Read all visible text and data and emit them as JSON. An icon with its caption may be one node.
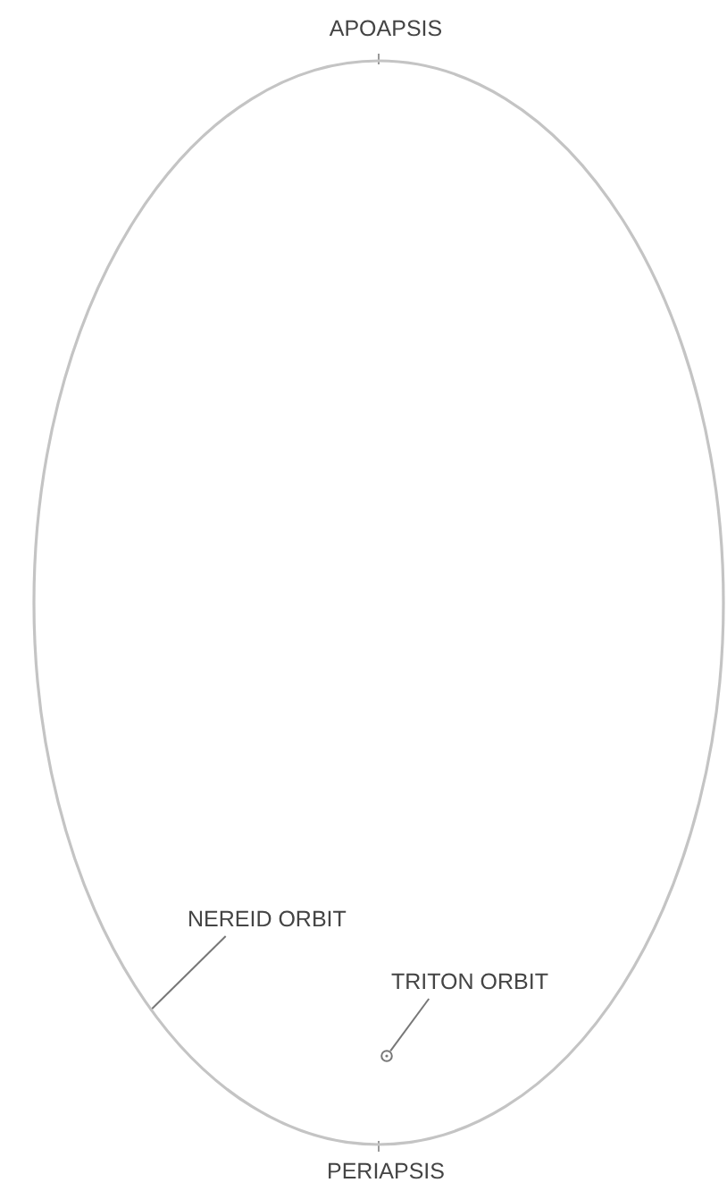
{
  "diagram": {
    "nodes": [
      {
        "text": [],
        "shape": "ellipse"
      },
      {
        "text": [
          "NEREID ORBIT"
        ],
        "in": 0
      },
      {
        "text": [
          "TRITON ORBIT"
        ],
        "in": 0
      },
      {
        "text": [],
        "shape": "circle",
        "in": 0
      }
    ],
    "edges": [
      {
        "from": 1,
        "to": 0,
        "arrow": "none"
      },
      {
        "from": 2,
        "to": 3,
        "arrow": "none"
      }
    ],
    "labels": [
      "APOAPSIS",
      "PERIAPSIS"
    ]
  }
}
